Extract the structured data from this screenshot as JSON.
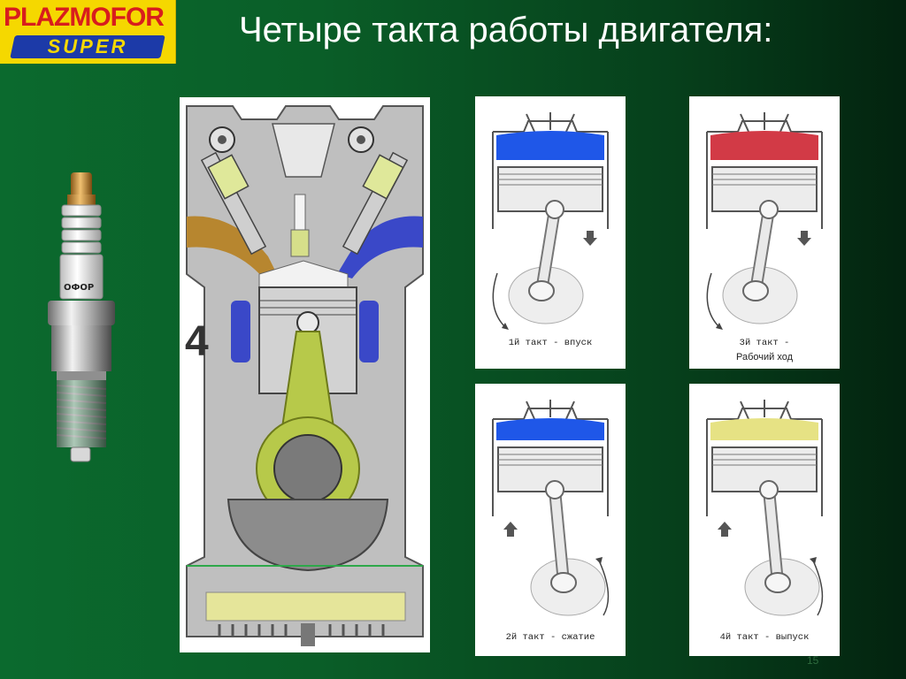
{
  "logo": {
    "brand": "PLAZMOFOR",
    "sub": "SUPER"
  },
  "title": "Четыре такта работы двигателя:",
  "engine": {
    "cylinder_number": "4"
  },
  "spark_plug": {
    "label": "ОФОР"
  },
  "cards": [
    {
      "caption": "1й такт - впуск",
      "charge_color": "#1f57e8",
      "arrow": "down",
      "rotation": "ccw"
    },
    {
      "caption_line1": "3й такт -",
      "caption_line2": "Рабочий ход",
      "charge_color": "#d23a46",
      "arrow": "down",
      "rotation": "ccw"
    },
    {
      "caption": "2й такт - сжатие",
      "charge_color": "#1f57e8",
      "arrow": "up",
      "rotation": "cw"
    },
    {
      "caption": "4й такт - выпуск",
      "charge_color": "#e6e284",
      "arrow": "up",
      "rotation": "cw"
    }
  ],
  "page_number": "15"
}
